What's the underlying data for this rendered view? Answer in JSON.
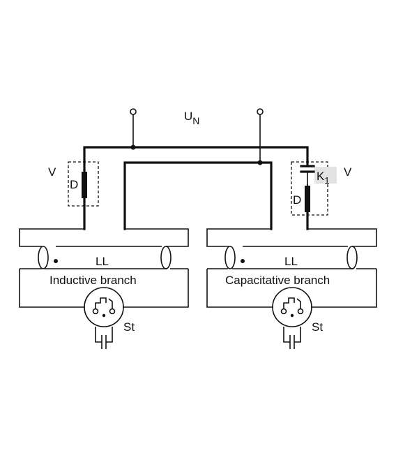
{
  "diagram": {
    "supply_label": "U",
    "supply_subscript": "N",
    "left": {
      "ballast_label": "V",
      "choke_label": "D",
      "lamp_label": "LL",
      "branch_label": "Inductive branch",
      "starter_label": "St"
    },
    "right": {
      "ballast_label": "V",
      "capacitor_label": "K",
      "capacitor_subscript": "1",
      "choke_label": "D",
      "lamp_label": "LL",
      "branch_label": "Capacitative branch",
      "starter_label": "St"
    },
    "colors": {
      "line": "#111111",
      "highlight": "#e3e3e3",
      "background": "#ffffff"
    }
  }
}
